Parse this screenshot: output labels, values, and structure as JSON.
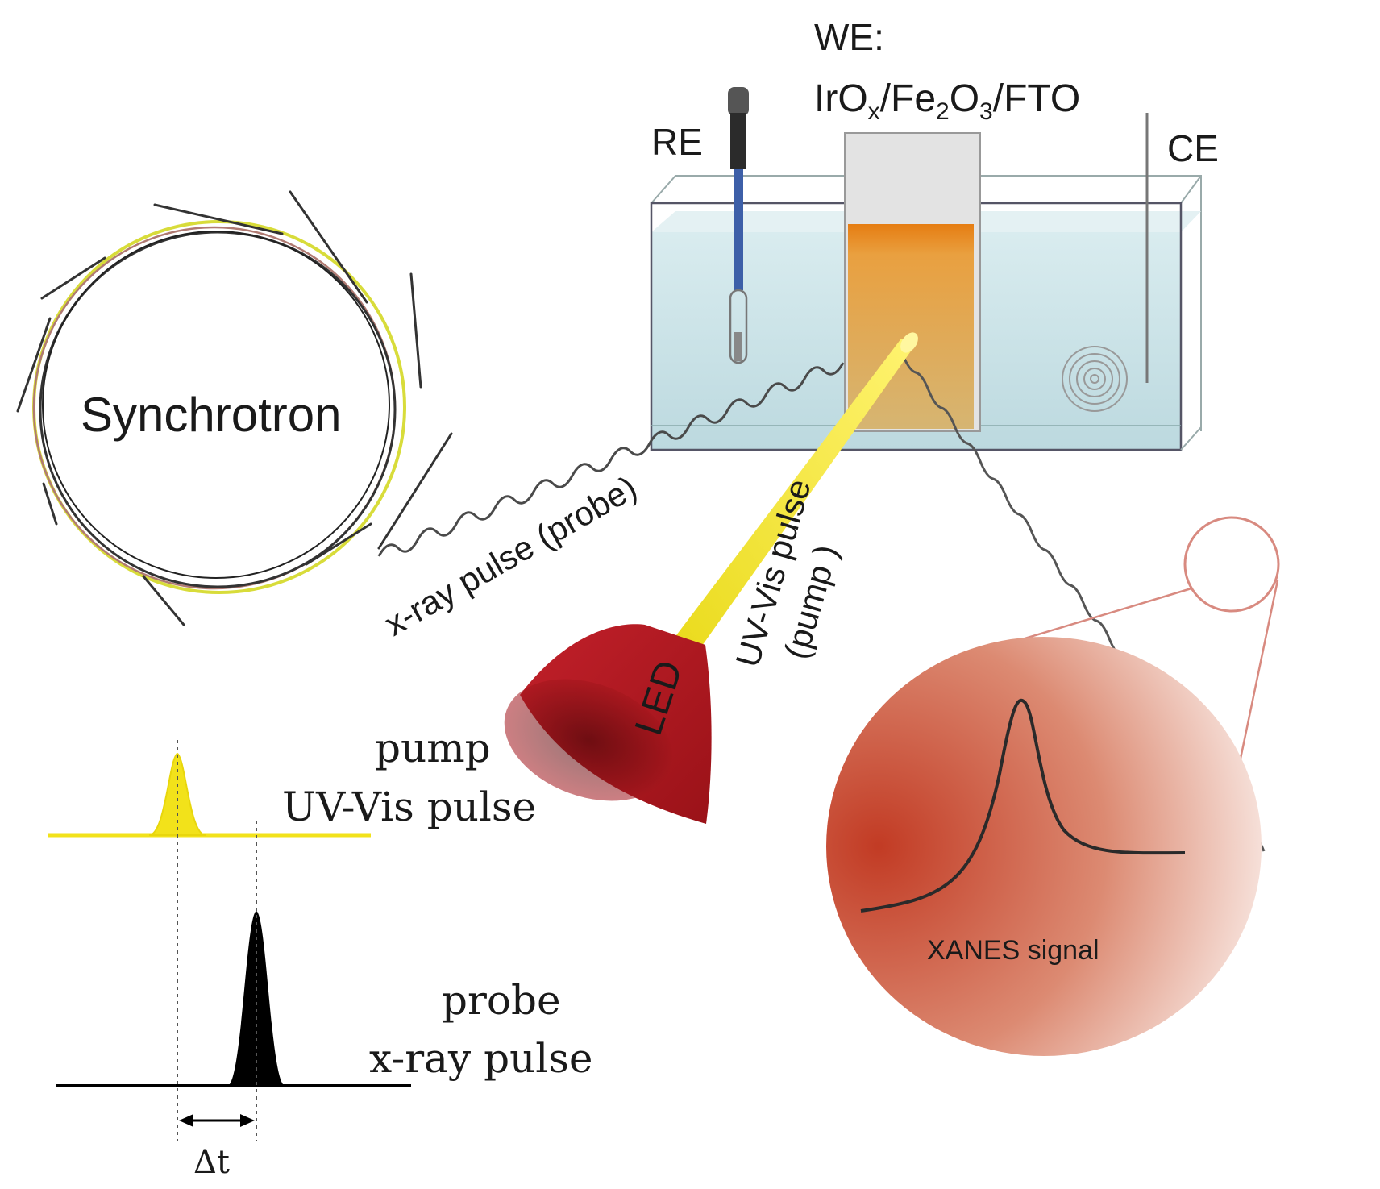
{
  "labels": {
    "synchrotron": "Synchrotron",
    "we_line1": "WE:",
    "we_line2": {
      "p1": "IrO",
      "s1": "x",
      "p2": "/Fe",
      "s2": "2",
      "p3": "O",
      "s3": "3",
      "p4": "/FTO"
    },
    "re": "RE",
    "ce": "CE",
    "xray_probe": "x-ray pulse (probe)",
    "uvvis_line1": "UV-Vis pulse",
    "uvvis_line2": "(pump )",
    "led": "LED",
    "xanes": "XANES signal",
    "pump_line1": "pump",
    "pump_line2": "UV-Vis pulse",
    "probe_line1": "probe",
    "probe_line2": "x-ray pulse",
    "delta_t": "Δt"
  },
  "colors": {
    "pump_pulse": "#f2e21a",
    "probe_pulse": "#000000",
    "led_body": "#b81c22",
    "xanes_bubble": "#c2452a",
    "electrolyte": "#cfe6ea",
    "electrode_film": "#e08a1e",
    "light_beam": "#f3e52e",
    "wave_line": "#555555"
  }
}
